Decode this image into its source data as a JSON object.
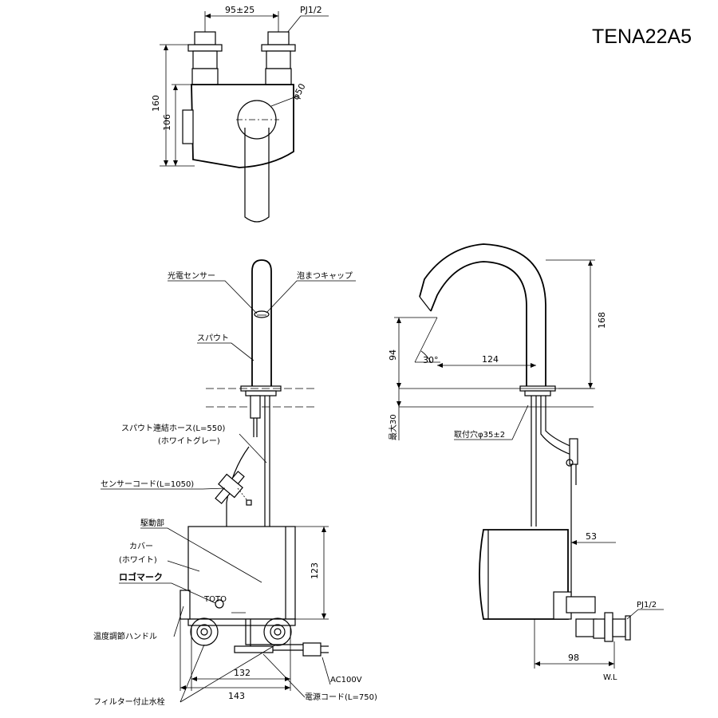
{
  "model": "TENA22A5",
  "top_view": {
    "dim_spacing": "95±25",
    "dim_height_total": "160",
    "dim_height_body": "106",
    "dim_diameter": "φ50",
    "thread": "PJ1/2"
  },
  "front_view": {
    "photo_sensor": "光電センサー",
    "aerator_cap": "泡まつキャップ",
    "spout": "スパウト",
    "spout_hose": "スパウト連結ホース(L=550)",
    "spout_hose_color": "(ホワイトグレー)",
    "sensor_cord": "センサーコード(L=1050)",
    "drive_unit": "駆動部",
    "cover": "カバー",
    "cover_color": "(ホワイト)",
    "logo_mark": "ロゴマーク",
    "temp_handle": "温度調節ハンドル",
    "filter_valve": "フィルター付止水栓",
    "power_cord": "電源コード(L=750)",
    "ac": "AC100V",
    "dim_123": "123",
    "dim_132": "132",
    "dim_143": "143"
  },
  "side_view": {
    "dim_168": "168",
    "dim_94": "94",
    "dim_124": "124",
    "angle": "30°",
    "dim_max30": "最大30",
    "mount_hole": "取付穴φ35±2",
    "dim_53": "53",
    "thread": "PJ1/2",
    "dim_98": "98",
    "wl": "W.L"
  }
}
